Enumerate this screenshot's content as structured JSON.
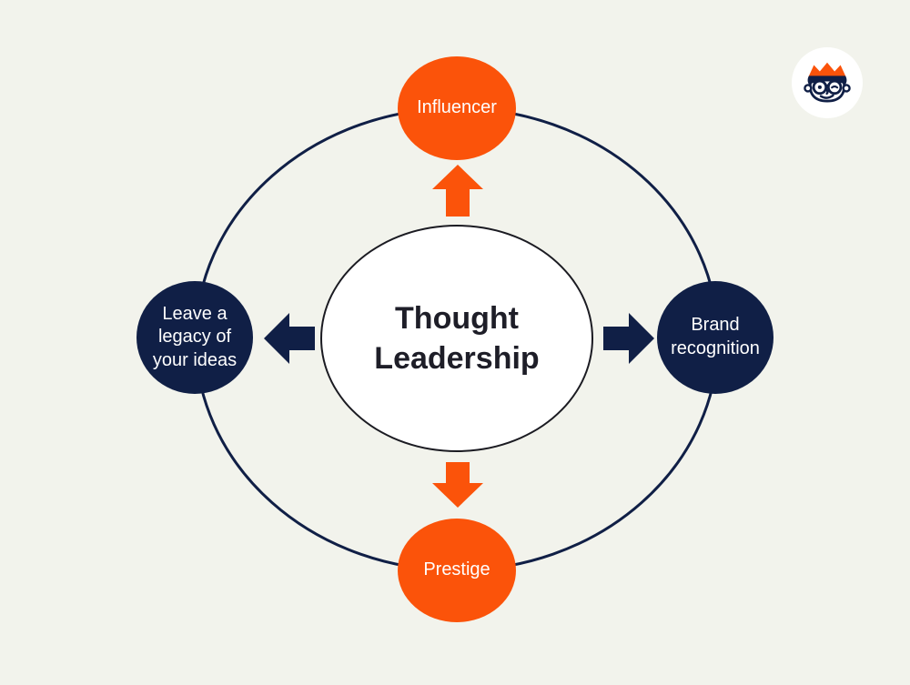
{
  "title": "Thought Leadership diagram",
  "colors": {
    "background": "#F2F3EC",
    "orange": "#FB530A",
    "navy": "#101F46",
    "center_fill": "#FFFFFF",
    "center_border": "#1B1B22",
    "center_text": "#1E1E28",
    "node_text": "#FFFFFF"
  },
  "diagram": {
    "center_label": "Thought Leadership",
    "nodes": [
      {
        "position": "top",
        "label": "Influencer",
        "color": "#FB530A"
      },
      {
        "position": "right",
        "label": "Brand recognition",
        "color": "#101F46"
      },
      {
        "position": "bottom",
        "label": "Prestige",
        "color": "#FB530A"
      },
      {
        "position": "left",
        "label": "Leave a legacy of your ideas",
        "color": "#101F46"
      }
    ]
  },
  "logo": {
    "name": "mascot-king-face",
    "crown_color": "#FB530A",
    "line_color": "#101F46"
  }
}
